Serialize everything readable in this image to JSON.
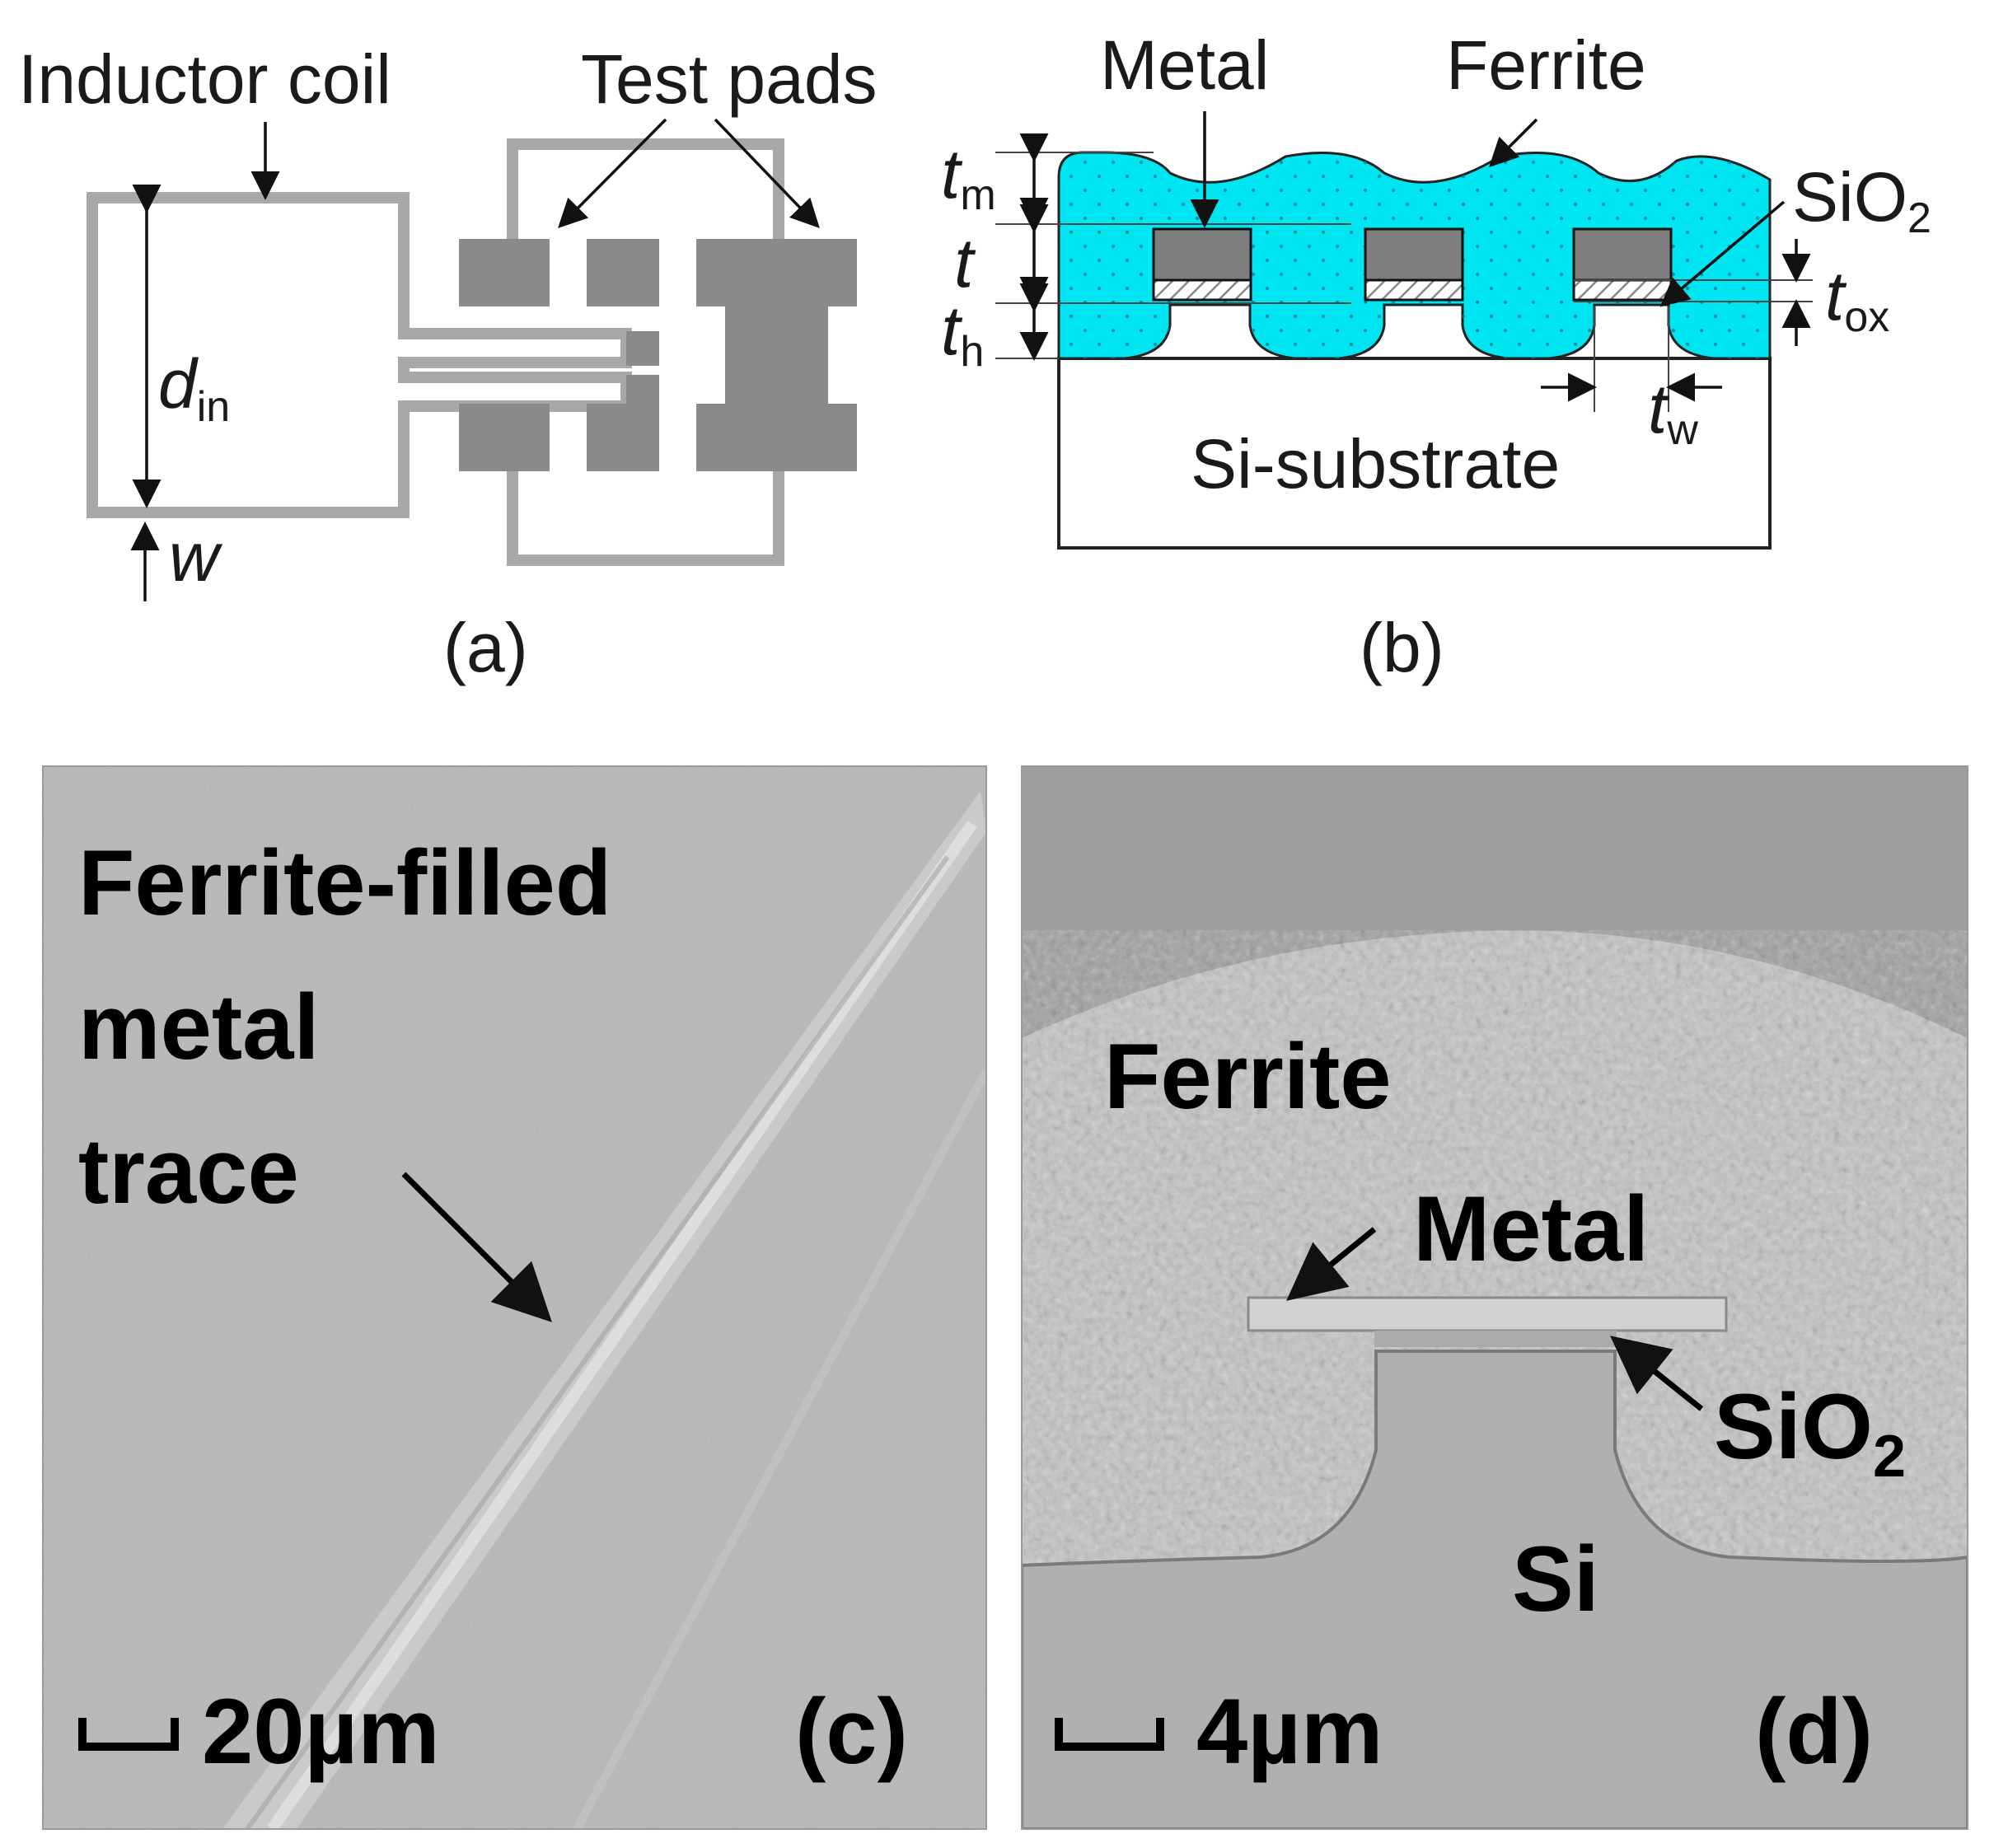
{
  "panel_a": {
    "inductor_label": "Inductor coil",
    "pads_label": "Test pads",
    "din_main": "d",
    "din_sub": "in",
    "w_label": "w",
    "caption": "(a)"
  },
  "panel_b": {
    "metal_label": "Metal",
    "ferrite_label": "Ferrite",
    "sio2_main": "SiO",
    "sio2_sub": "2",
    "tm_main": "t",
    "tm_sub": "m",
    "t_label": "t",
    "th_main": "t",
    "th_sub": "h",
    "tox_main": "t",
    "tox_sub": "ox",
    "tw_main": "t",
    "tw_sub": "w",
    "substrate_label": "Si-substrate",
    "caption": "(b)"
  },
  "panel_c": {
    "title_line1": "Ferrite-filled",
    "title_line2": "metal",
    "title_line3": "trace",
    "scale_label": "20µm",
    "caption": "(c)"
  },
  "panel_d": {
    "ferrite_label": "Ferrite",
    "metal_label": "Metal",
    "sio2_main": "SiO",
    "sio2_sub": "2",
    "si_label": "Si",
    "scale_label": "4µm",
    "caption": "(d)"
  },
  "colors": {
    "ferrite": "#00e5f2",
    "metal": "#7d7d7d",
    "coil": "#a8a8a8",
    "pads": "#8a8a8a",
    "sem_background": "#b9b9b9"
  }
}
